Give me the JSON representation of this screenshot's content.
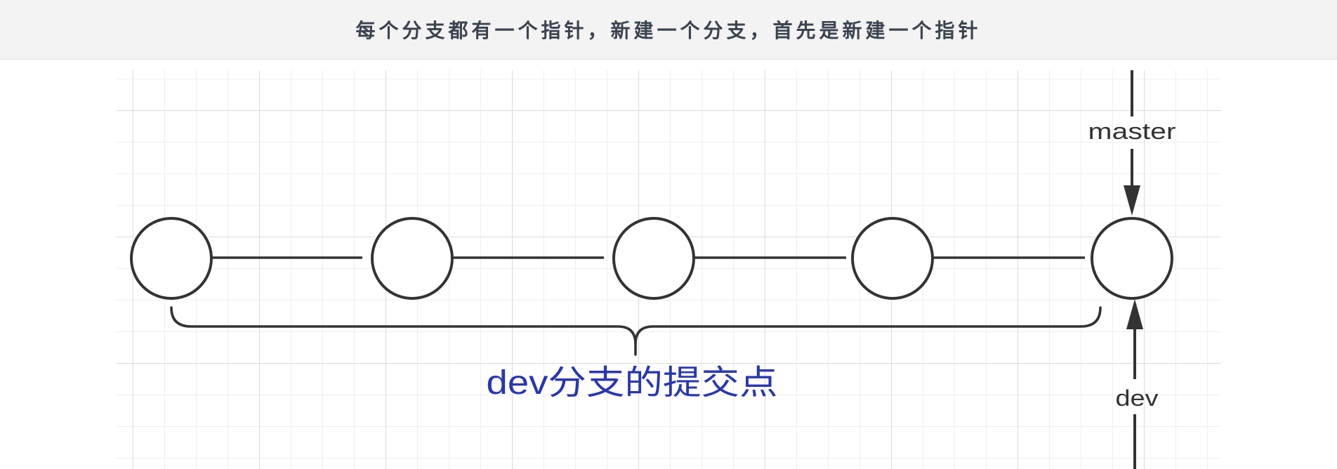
{
  "header": {
    "title": "每个分支都有一个指针，新建一个分支，首先是新建一个指针"
  },
  "diagram": {
    "pointers": {
      "master": "master",
      "dev": "dev"
    },
    "brace_label": "dev分支的提交点"
  },
  "colors": {
    "stroke": "#333333",
    "brace_label": "#2a36b0",
    "header_bg": "#f3f3f3",
    "header_text": "#3c4350"
  }
}
